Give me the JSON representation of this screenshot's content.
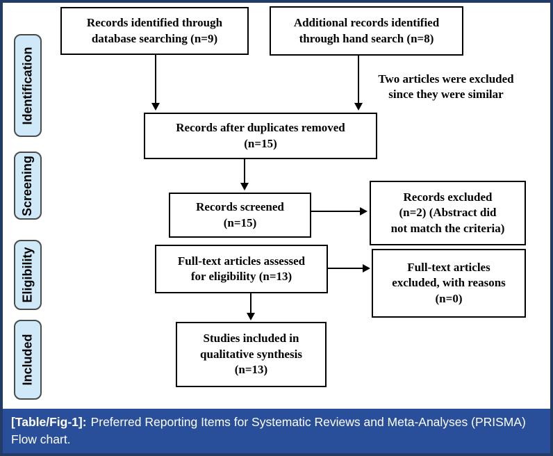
{
  "figure": {
    "type": "PRISMA flow chart",
    "colors": {
      "frame_border": "#223c66",
      "caption_bg": "#2a4f9a",
      "stage_tab_fill": "#cfe9f8",
      "stage_tab_border": "#4a4a4a",
      "box_border": "#000000",
      "caption_text": "#ffffff"
    }
  },
  "sidebar": {
    "stages": [
      {
        "label": "Identification"
      },
      {
        "label": "Screening"
      },
      {
        "label": "Eligibility"
      },
      {
        "label": "Included"
      }
    ]
  },
  "flow": {
    "records_identified": "Records identified through\ndatabase searching (n=9)",
    "additional_records": "Additional records identified\nthrough hand search (n=8)",
    "note_excluded_similar": "Two articles were excluded\nsince they were similar",
    "duplicates_removed": "Records after duplicates removed\n(n=15)",
    "records_screened": "Records screened\n(n=15)",
    "records_excluded": "Records excluded\n(n=2) (Abstract did\nnot match the criteria)",
    "fulltext_assessed": "Full-text articles assessed\nfor eligibility (n=13)",
    "fulltext_excluded": "Full-text articles\nexcluded, with reasons\n(n=0)",
    "studies_included": "Studies included in\nqualitative synthesis\n(n=13)"
  },
  "caption": {
    "label": "[Table/Fig-1]:",
    "text": "Preferred Reporting Items for Systematic Reviews and Meta-Analyses (PRISMA) Flow chart."
  }
}
